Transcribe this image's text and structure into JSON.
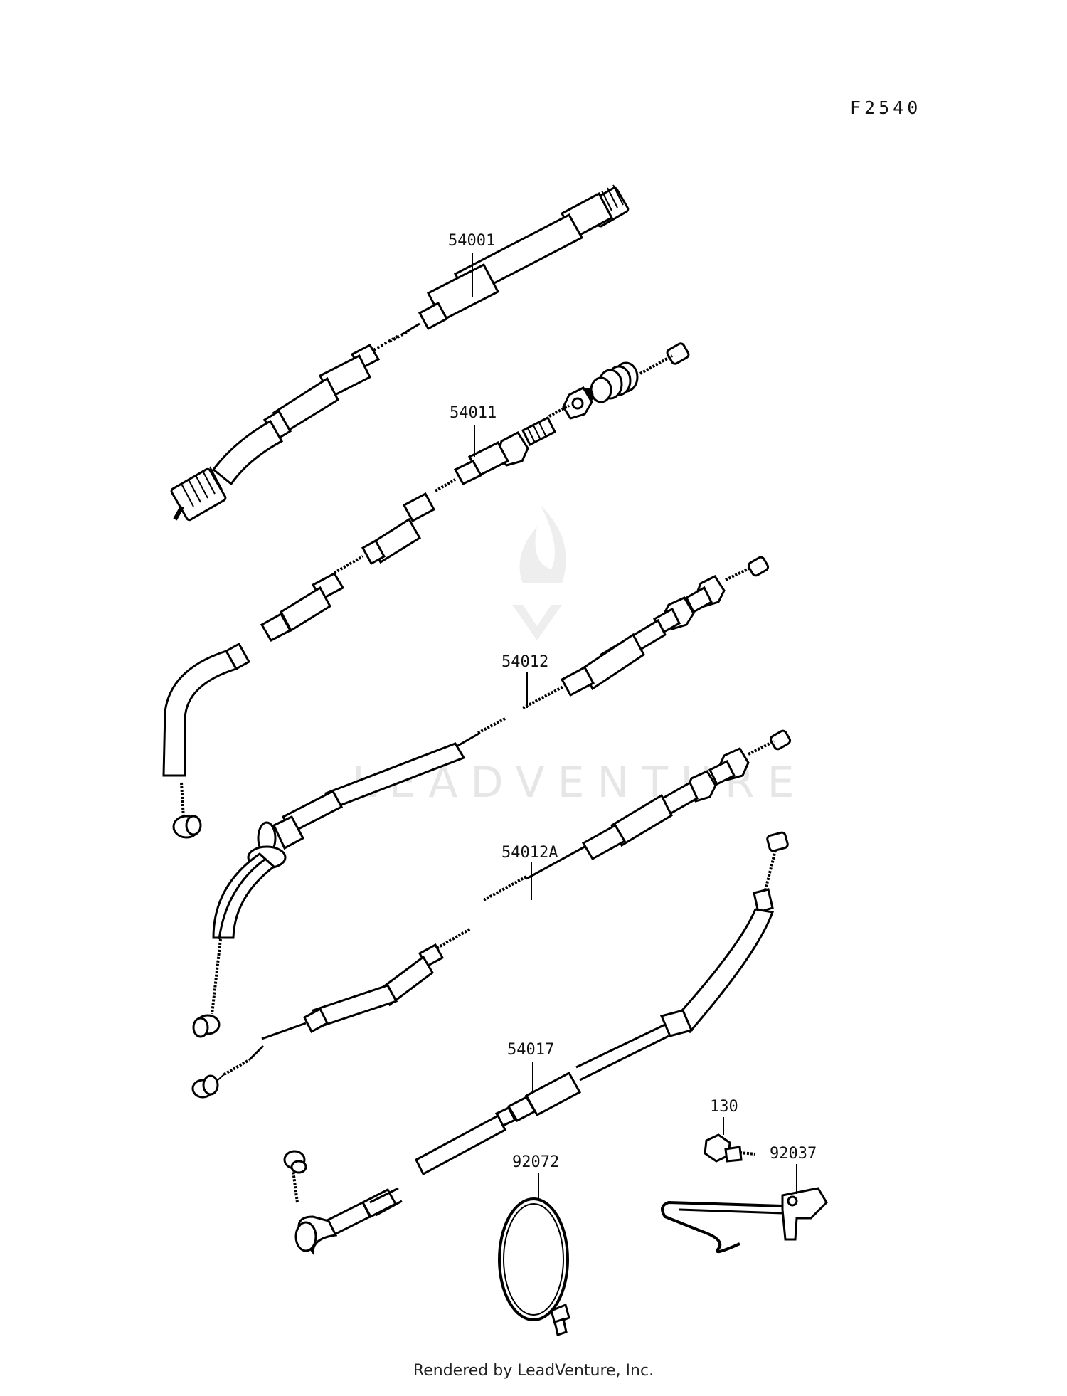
{
  "figure_code": "F2540",
  "watermark": "LEADVENTURE",
  "footer": "Rendered by LeadVenture, Inc.",
  "parts": [
    {
      "id": "speedometer-cable",
      "ref": "54001"
    },
    {
      "id": "throttle-cable-a",
      "ref": "54011"
    },
    {
      "id": "throttle-cable-b",
      "ref": "54012"
    },
    {
      "id": "throttle-cable-c",
      "ref": "54012A"
    },
    {
      "id": "choke-cable",
      "ref": "54017"
    },
    {
      "id": "bolt",
      "ref": "130"
    },
    {
      "id": "cable-band",
      "ref": "92072"
    },
    {
      "id": "cable-clamp",
      "ref": "92037"
    }
  ]
}
